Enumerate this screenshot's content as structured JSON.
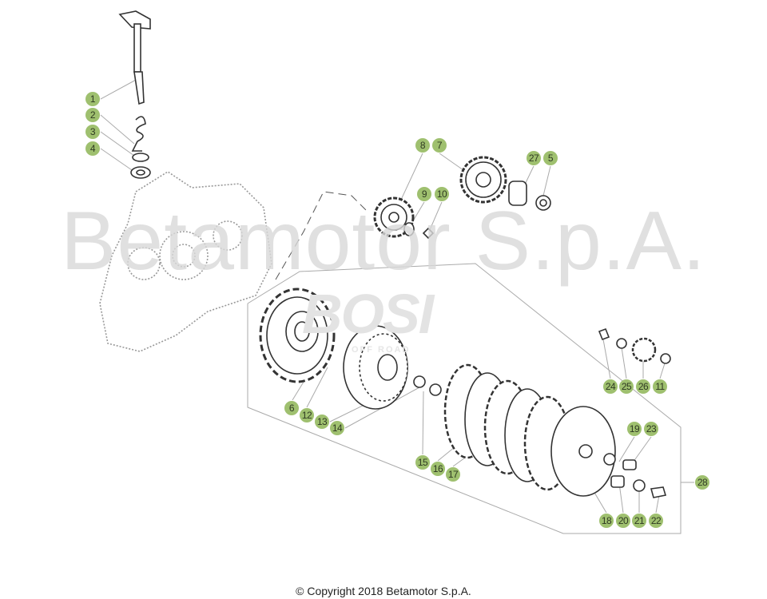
{
  "watermark": "Betamotor S.p.A.",
  "brand_logo": "BOSI",
  "brand_logo_sub": "OFF ROAD",
  "callouts": [
    "1",
    "2",
    "3",
    "4",
    "5",
    "6",
    "7",
    "8",
    "9",
    "10",
    "11",
    "12",
    "13",
    "14",
    "15",
    "16",
    "17",
    "18",
    "19",
    "20",
    "21",
    "22",
    "23",
    "24",
    "25",
    "26",
    "27",
    "28"
  ],
  "copyright": "© Copyright 2018 Betamotor S.p.A.",
  "colors": {
    "callout": "#9fc06f",
    "line": "#999999",
    "part": "#333333"
  }
}
